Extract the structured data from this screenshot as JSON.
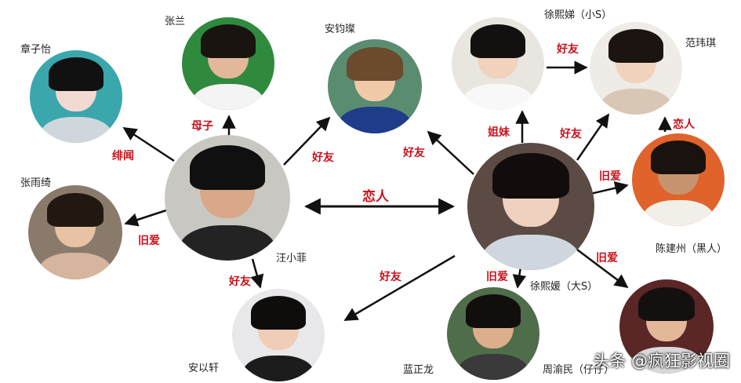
{
  "people": {
    "zhang_ziyi": "章子怡",
    "zhang_lan": "张兰",
    "an_junxin": "安钧璨",
    "xu_xidi": "徐熙娣（小S）",
    "fan_weiqi": "范玮琪",
    "zhang_yuqi": "张雨绮",
    "wang_xiaofei": "汪小菲",
    "xu_xiyuan": "徐熙媛（大S）",
    "chen_jianzhou": "陈建州（黑人）",
    "an_yixuan": "安以轩",
    "lan_zhenglong": "蓝正龙",
    "zhou_yumin": "周渝民（仔仔）"
  },
  "relations": {
    "scandal": "绯闻",
    "mother_son": "母子",
    "friend": "好友",
    "ex": "旧爱",
    "lovers": "恋人",
    "sisters": "姐妹"
  },
  "watermark": "头条 @疯狂影视圈",
  "colors": {
    "relation_text": "#c8121b",
    "arrow": "#111111"
  }
}
